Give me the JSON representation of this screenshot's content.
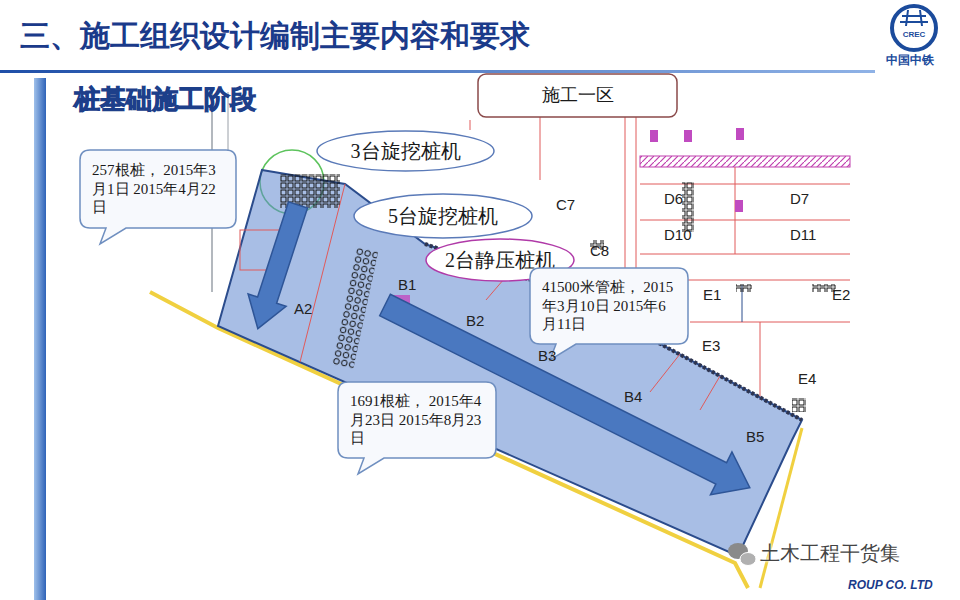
{
  "diagram": {
    "title": "三、施工组织设计编制主要内容和要求",
    "nodes": [
      {
        "text": [
          "施工一区"
        ]
      },
      {
        "text": [
          "257根桩， 2015年3月1日 2015年4月22日"
        ]
      },
      {
        "text": [
          "3台旋挖桩机"
        ]
      },
      {
        "text": [
          "5台旋挖桩机"
        ]
      },
      {
        "text": [
          "2台静压桩机"
        ]
      },
      {
        "text": [
          "41500米管桩， 2015年3月10日 2015年6月11日"
        ]
      },
      {
        "text": [
          "1691根桩， 2015年4月23日 2015年8月23日"
        ]
      }
    ],
    "labels": [
      "桩基础施工阶段",
      "CREC",
      "中国中铁",
      "C7",
      "D6",
      "D7",
      "D10",
      "D11",
      "E1",
      "E2",
      "E3",
      "E4",
      "A2",
      "B1",
      "B2",
      "B3",
      "B4",
      "B5",
      "土木工程干货集",
      "ROUP CO. LTD",
      "C8"
    ]
  }
}
